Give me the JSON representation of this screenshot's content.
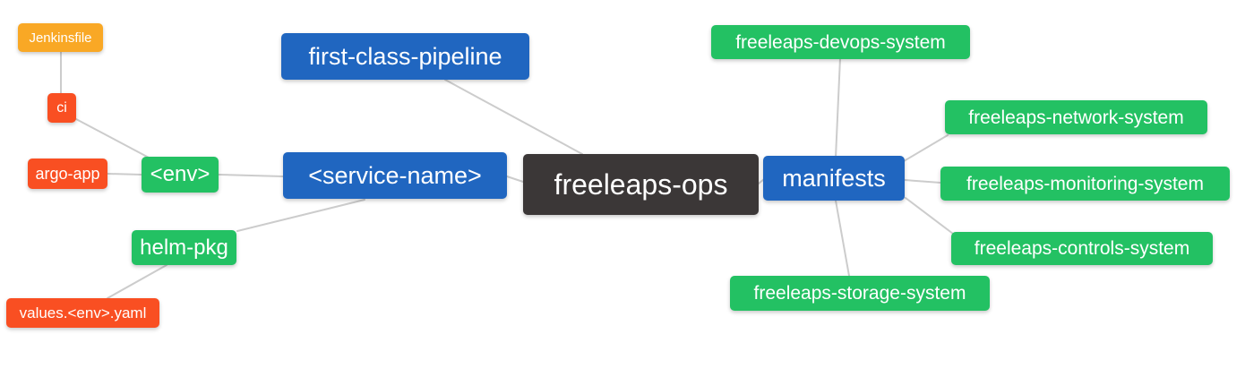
{
  "diagram": {
    "root_label": "freeleaps-ops",
    "nodes": [
      {
        "id": "jenkinsfile",
        "label": "Jenkinsfile",
        "color_role": "orange"
      },
      {
        "id": "ci",
        "label": "ci",
        "color_role": "red"
      },
      {
        "id": "argo-app",
        "label": "argo-app",
        "color_role": "red"
      },
      {
        "id": "env",
        "label": "<env>",
        "color_role": "green"
      },
      {
        "id": "helm-pkg",
        "label": "helm-pkg",
        "color_role": "green"
      },
      {
        "id": "values-env-yaml",
        "label": "values.<env>.yaml",
        "color_role": "red"
      },
      {
        "id": "first-class-pipeline",
        "label": "first-class-pipeline",
        "color_role": "blue"
      },
      {
        "id": "service-name",
        "label": "<service-name>",
        "color_role": "blue"
      },
      {
        "id": "freeleaps-ops",
        "label": "freeleaps-ops",
        "color_role": "dark"
      },
      {
        "id": "manifests",
        "label": "manifests",
        "color_role": "blue"
      },
      {
        "id": "devops-system",
        "label": "freeleaps-devops-system",
        "color_role": "green"
      },
      {
        "id": "network-system",
        "label": "freeleaps-network-system",
        "color_role": "green"
      },
      {
        "id": "monitoring-system",
        "label": "freeleaps-monitoring-system",
        "color_role": "green"
      },
      {
        "id": "controls-system",
        "label": "freeleaps-controls-system",
        "color_role": "green"
      },
      {
        "id": "storage-system",
        "label": "freeleaps-storage-system",
        "color_role": "green"
      }
    ],
    "edges": [
      {
        "from": "jenkinsfile",
        "to": "ci"
      },
      {
        "from": "ci",
        "to": "env"
      },
      {
        "from": "argo-app",
        "to": "env"
      },
      {
        "from": "env",
        "to": "service-name"
      },
      {
        "from": "helm-pkg",
        "to": "service-name"
      },
      {
        "from": "values-env-yaml",
        "to": "helm-pkg"
      },
      {
        "from": "first-class-pipeline",
        "to": "freeleaps-ops"
      },
      {
        "from": "service-name",
        "to": "freeleaps-ops"
      },
      {
        "from": "freeleaps-ops",
        "to": "manifests"
      },
      {
        "from": "manifests",
        "to": "devops-system"
      },
      {
        "from": "manifests",
        "to": "network-system"
      },
      {
        "from": "manifests",
        "to": "monitoring-system"
      },
      {
        "from": "manifests",
        "to": "controls-system"
      },
      {
        "from": "manifests",
        "to": "storage-system"
      }
    ],
    "colors": {
      "blue": "#2066c0",
      "green": "#23c163",
      "red": "#f94f22",
      "orange": "#f9a825",
      "dark": "#3b3737",
      "connector": "#cccccc",
      "node_text": "#ffffff",
      "background": "#ffffff"
    }
  }
}
